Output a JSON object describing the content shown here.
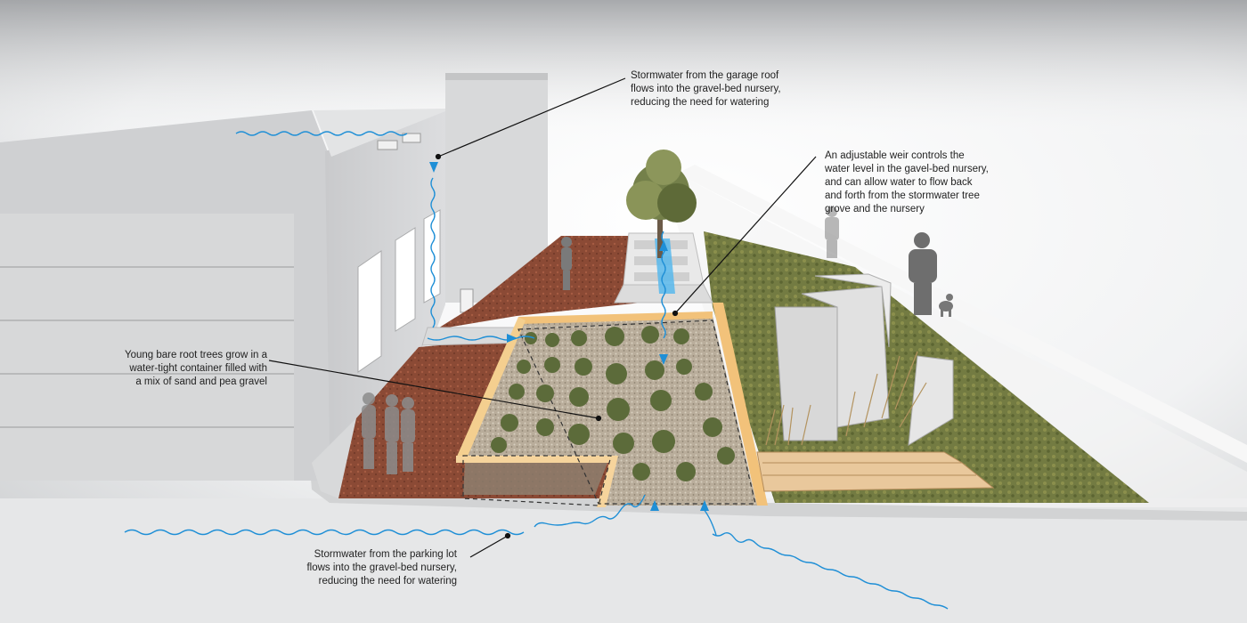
{
  "callouts": {
    "garage_roof": {
      "lines": [
        "Stormwater from the garage roof",
        "flows into the gravel-bed nursery,",
        "reducing the need for watering"
      ]
    },
    "weir": {
      "lines": [
        "An adjustable weir controls the",
        "water level in the gavel-bed nursery,",
        "and can allow water to flow back",
        "and forth from the stormwater tree",
        "grove and the nursery"
      ]
    },
    "bare_root_trees": {
      "lines": [
        "Young bare root trees grow in a",
        "water-tight container filled with",
        "a mix of sand and pea gravel"
      ]
    },
    "parking_lot": {
      "lines": [
        "Stormwater from the parking lot",
        "flows into the gravel-bed nursery,",
        "reducing the need for watering"
      ]
    }
  },
  "colors": {
    "water_flow": "#1f8fd6",
    "mulch": "#8a4a36",
    "gravel": "#b8ab98",
    "timber_edge": "#f2c27a",
    "building": "#d4d5d7",
    "vegetation": "#6f7a3f",
    "leader_line": "#111111"
  },
  "icons": [
    "water-wave-icon",
    "flow-arrow-icon",
    "tree-icon",
    "person-icon",
    "dog-icon"
  ]
}
